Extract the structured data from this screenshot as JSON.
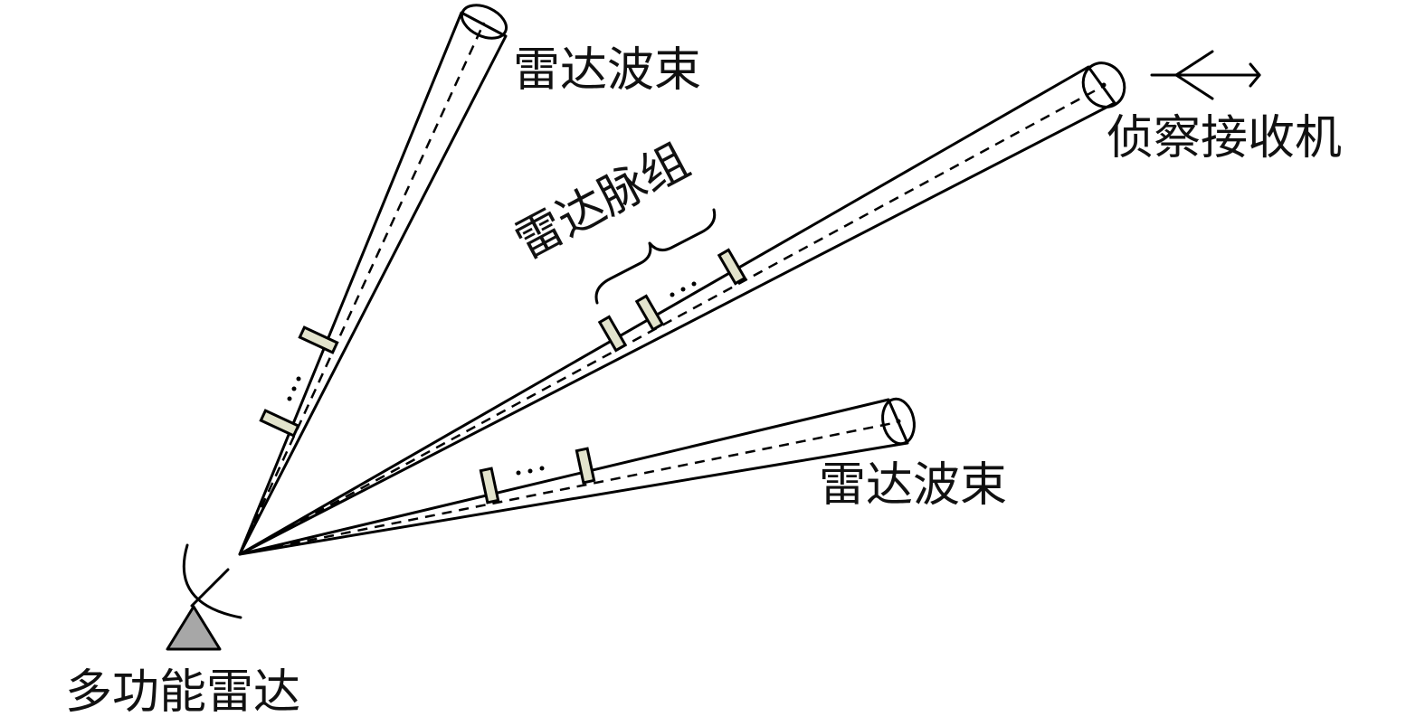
{
  "labels": {
    "beam_top": "雷达波束",
    "beam_bottom": "雷达波束",
    "receiver": "侦察接收机",
    "pulse_group": "雷达脉组",
    "radar": "多功能雷达"
  },
  "colors": {
    "beam_fill": "#f2f2e6",
    "beam_end_fill": "#e4e5d4",
    "pulse_fill": "#e2e3cc",
    "radar_fill": "#a7a7a7",
    "stroke": "#000000"
  }
}
